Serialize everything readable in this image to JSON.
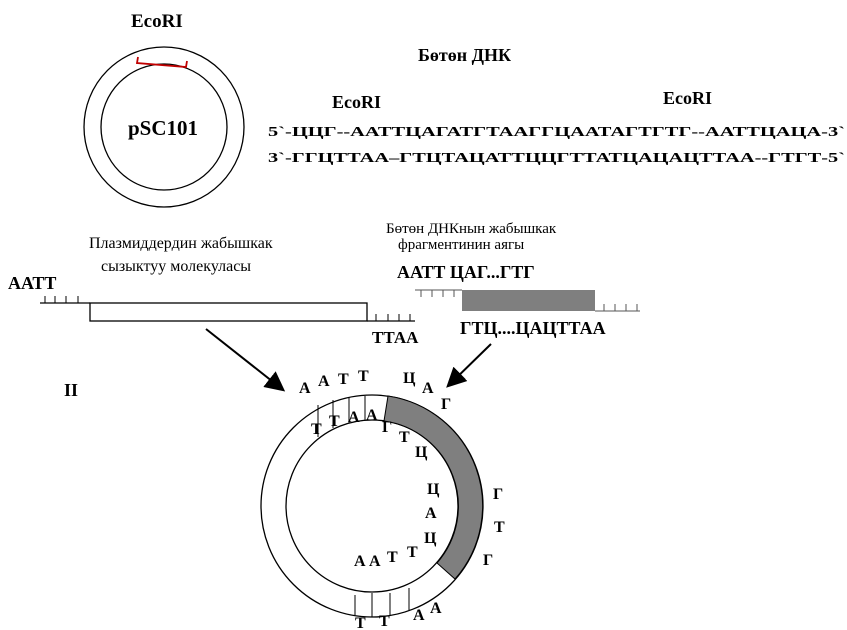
{
  "plasmid": {
    "enzyme_label": "EcoRI",
    "name": "pSC101",
    "colors": {
      "site_mark": "#c00000"
    }
  },
  "foreign_dna": {
    "title": "Бөтөн ДНК",
    "site_left_label": "EcoRI",
    "site_right_label": "EcoRI",
    "strand_top": "5`-ЦЦГ--ААТТЦАГАТГТААГГЦААТАГТГТГ--ААТТЦАЦА-3`",
    "strand_bottom": "3`-ГГЦТТАА–ГТЦТАЦАТТЦЦГТТАТЦАЦАЦТТАА--ГТГТ-5`"
  },
  "plasmid_linear": {
    "caption_line1": "Плазмиддердин жабышкак",
    "caption_line2": "сызыктуу молекуласы",
    "left_end": "ААТТ",
    "right_end": "ТТАА"
  },
  "fragment": {
    "caption_line1": "Бөтөн ДНКнын  жабышкак",
    "caption_line2": "фрагментинин аягы",
    "top_seq": "ААТТ ЦАГ...ГТГ",
    "bottom_seq": "ГТЦ....ЦАЦТТАА",
    "colors": {
      "insert_fill": "#7f7f7f"
    }
  },
  "roman_numeral": "II",
  "recombinant": {
    "labels": [
      "А",
      "А",
      "Т",
      "Т",
      "Ц",
      "А",
      "Г",
      "Т",
      "Т",
      "А",
      "А",
      "Г",
      "Т",
      "Ц",
      "Ц",
      "А",
      "Ц",
      "Г",
      "Т",
      "Г",
      "А",
      "А",
      "Т",
      "Т",
      "Т",
      "Т",
      "А",
      "А"
    ],
    "colors": {
      "insert_fill": "#7f7f7f"
    }
  }
}
